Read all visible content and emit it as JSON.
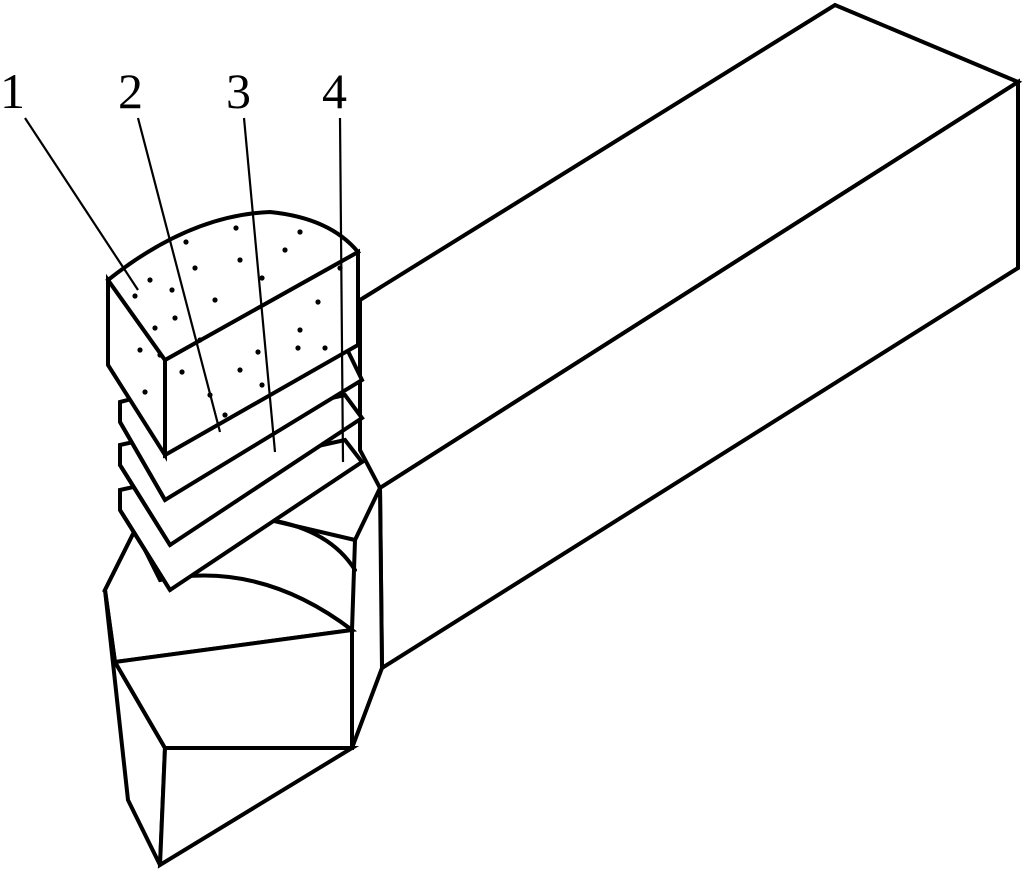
{
  "labels": [
    "1",
    "2",
    "3",
    "4"
  ],
  "colors": {
    "line": "#000000",
    "background": "#ffffff"
  }
}
